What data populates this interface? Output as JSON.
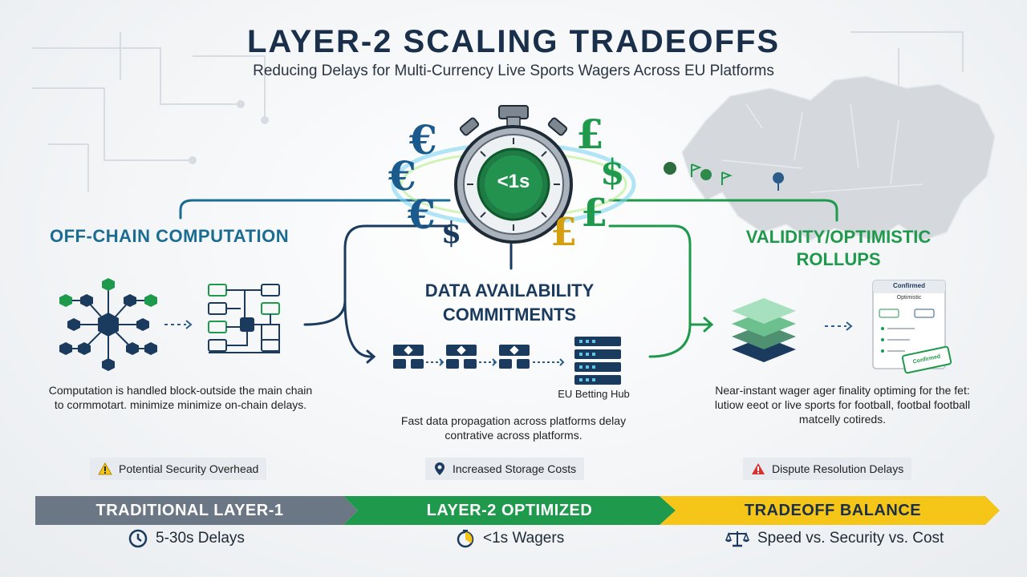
{
  "title": "LAYER-2 SCALING TRADEOFFS",
  "subtitle": "Reducing Delays for Multi-Currency Live Sports Wagers Across EU Platforms",
  "center": {
    "stopwatch_label": "<1s",
    "currencies": [
      "€",
      "€",
      "€",
      "$",
      "£",
      "$",
      "£",
      "£"
    ]
  },
  "off_chain": {
    "heading": "OFF-CHAIN COMPUTATION",
    "description": "Computation is handled block-outside the main chain to cormmotart. minimize minimize on-chain delays.",
    "badge": "Potential Security Overhead"
  },
  "data_availability": {
    "heading_line1": "DATA AVAILABILITY",
    "heading_line2": "COMMITMENTS",
    "hub_label": "EU Betting Hub",
    "description": "Fast data propagation across platforms delay contrative across platforms.",
    "badge": "Increased Storage Costs"
  },
  "rollups": {
    "heading_line1": "VALIDITY/OPTIMISTIC",
    "heading_line2": "ROLLUPS",
    "card_title": "Confirmed",
    "card_subtitle": "Optimistic",
    "stamp": "Confirmed",
    "description": "Near-instant wager ager finality optiming for the fet: lutiow eeot or live sports for football, footbal football matcelly cotireds.",
    "badge": "Dispute Resolution Delays"
  },
  "bands": [
    {
      "label": "TRADITIONAL LAYER-1",
      "footer": "5-30s Delays"
    },
    {
      "label": "LAYER-2 OPTIMIZED",
      "footer": "<1s Wagers"
    },
    {
      "label": "TRADEOFF BALANCE",
      "footer": "Speed vs. Security vs. Cost"
    }
  ],
  "colors": {
    "navy": "#1a3a5e",
    "teal": "#1a6c92",
    "green": "#1f9a4c",
    "gold": "#f5c518",
    "gray_band": "#6b7785",
    "warning": "#f5c518",
    "danger": "#d93030"
  }
}
